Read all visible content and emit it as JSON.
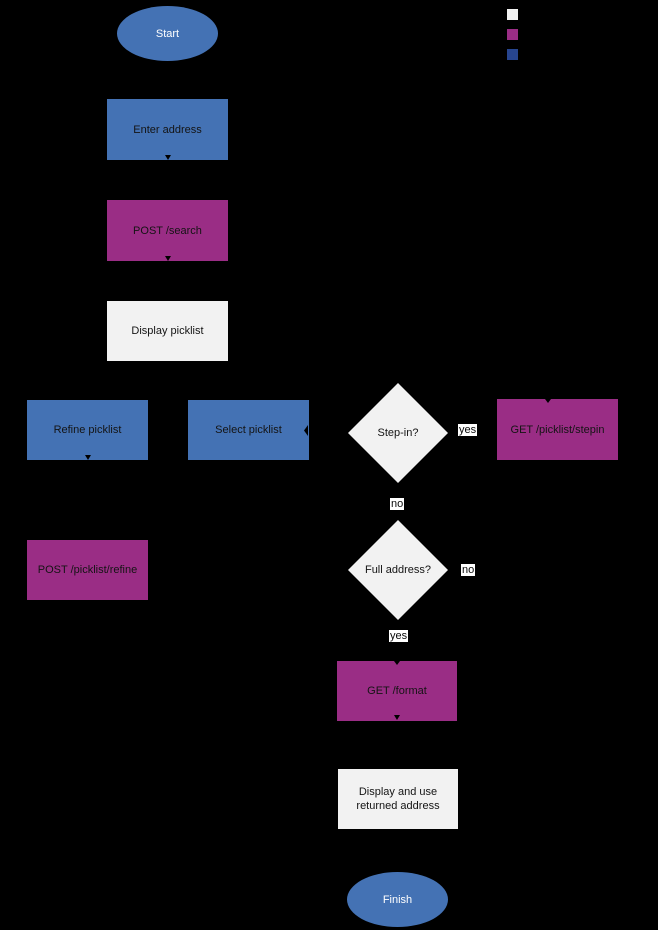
{
  "canvas": {
    "background": "#000000"
  },
  "colors": {
    "action_blue": "#4472b4",
    "api_purple": "#9a2d85",
    "display_white": "#f2f2f2",
    "legend_dark_blue": "#27458f",
    "edge_label_background": "#ffffff",
    "terminator_text": "#ffffff",
    "node_text": "#141414"
  },
  "legend": {
    "items": [
      {
        "id": "legend-white",
        "color": "#f2f2f2"
      },
      {
        "id": "legend-purple",
        "color": "#9a2d85"
      },
      {
        "id": "legend-blue",
        "color": "#27458f"
      }
    ]
  },
  "nodes": [
    {
      "id": "start",
      "type": "terminator",
      "label": "Start"
    },
    {
      "id": "enter-address",
      "type": "process",
      "label": "Enter address"
    },
    {
      "id": "post-search",
      "type": "process",
      "label": "POST /search"
    },
    {
      "id": "display-picklist",
      "type": "process",
      "label": "Display picklist"
    },
    {
      "id": "refine-picklist",
      "type": "process",
      "label": "Refine picklist"
    },
    {
      "id": "select-picklist",
      "type": "process",
      "label": "Select picklist"
    },
    {
      "id": "stepin-decision",
      "type": "decision",
      "label": "Step-in?"
    },
    {
      "id": "get-picklist-stepin",
      "type": "process",
      "label": "GET /picklist/stepin"
    },
    {
      "id": "post-picklist-refine",
      "type": "process",
      "label": "POST /picklist/refine"
    },
    {
      "id": "full-address-decision",
      "type": "decision",
      "label": "Full address?"
    },
    {
      "id": "get-format",
      "type": "process",
      "label": "GET /format"
    },
    {
      "id": "display-use-address",
      "type": "process",
      "label": "Display and use returned address"
    },
    {
      "id": "finish",
      "type": "terminator",
      "label": "Finish"
    }
  ],
  "edge_labels": [
    {
      "id": "stepin-yes",
      "text": "yes"
    },
    {
      "id": "stepin-no",
      "text": "no"
    },
    {
      "id": "full-address-no",
      "text": "no"
    },
    {
      "id": "full-address-yes",
      "text": "yes"
    }
  ]
}
